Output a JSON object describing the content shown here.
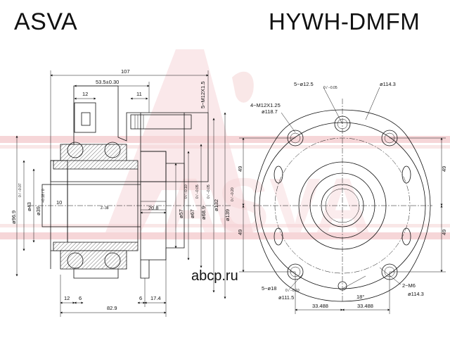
{
  "brand": "ASVA",
  "part_number": "HYWH-DMFM",
  "watermark": "ASVA",
  "side_view_dims": {
    "overall_length": "107",
    "flange_width": "53.5±0.30",
    "flange_left": "12",
    "flange_right": "11",
    "stud_thread": "5−M12X1.5",
    "bore_43": "ø43",
    "bore_39": "ø39",
    "bore_39_tol": "+0.18 / 0",
    "outer_96": "ø96.9",
    "outer_96_tol": "0 / −0.07",
    "pilot_57": "ø57",
    "pilot_57_tol": "0 / −0.10",
    "pilot_67": "ø67",
    "pilot_67_tol": "0 / −0.05",
    "pilot_68": "ø68.9",
    "pilot_68_tol": "0 / −0.05",
    "dia_132": "ø132",
    "dia_139": "ø139",
    "dia_139_tol": "0 / −0.20",
    "shoulder": "20.8",
    "inner_10": "10",
    "seal_label": "Z−38",
    "bottom_12": "12",
    "bottom_6a": "6",
    "bottom_6b": "6",
    "bottom_17": "17.4",
    "bottom_82": "82.9"
  },
  "front_view_dims": {
    "holes_top": "5−ø12.5",
    "holes_top_tol": "0 / −0.05",
    "pcd_top": "ø114.3",
    "thread_holes": "4−M12X1.25",
    "thread_pcd": "ø118.7",
    "left_upper": "49",
    "left_lower": "49",
    "right_upper": "49",
    "right_lower": "49",
    "holes_bottom": "5−ø18",
    "holes_bottom_tol": "0 / −0.10",
    "pcd_bottom": "ø111.5",
    "angle": "18°",
    "m6": "2−M6",
    "pcd_m6": "ø114.3",
    "width_left": "33.488",
    "width_right": "33.488"
  },
  "watermark_site": "abcp.ru"
}
